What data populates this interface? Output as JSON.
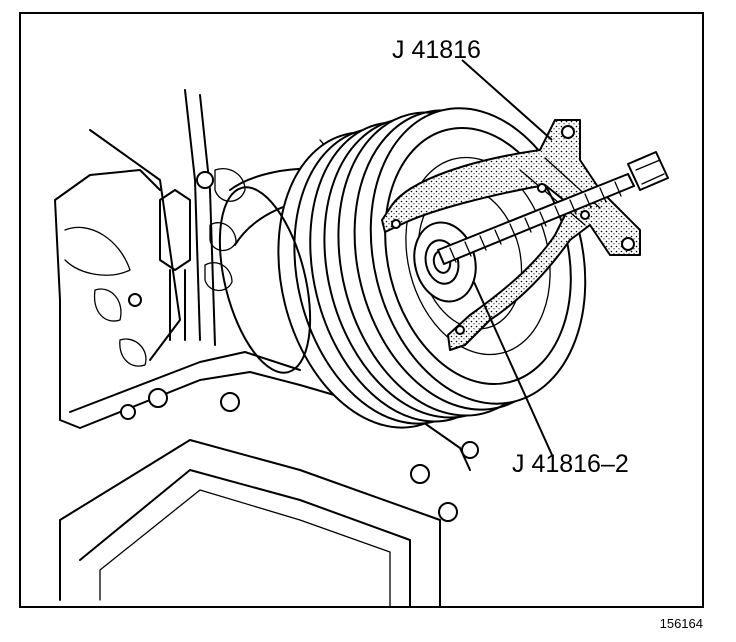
{
  "figure": {
    "callouts": [
      {
        "id": "puller",
        "text": "J 41816"
      },
      {
        "id": "forcing-screw",
        "text": "J 41816–2"
      }
    ],
    "figure_number": "156164"
  }
}
